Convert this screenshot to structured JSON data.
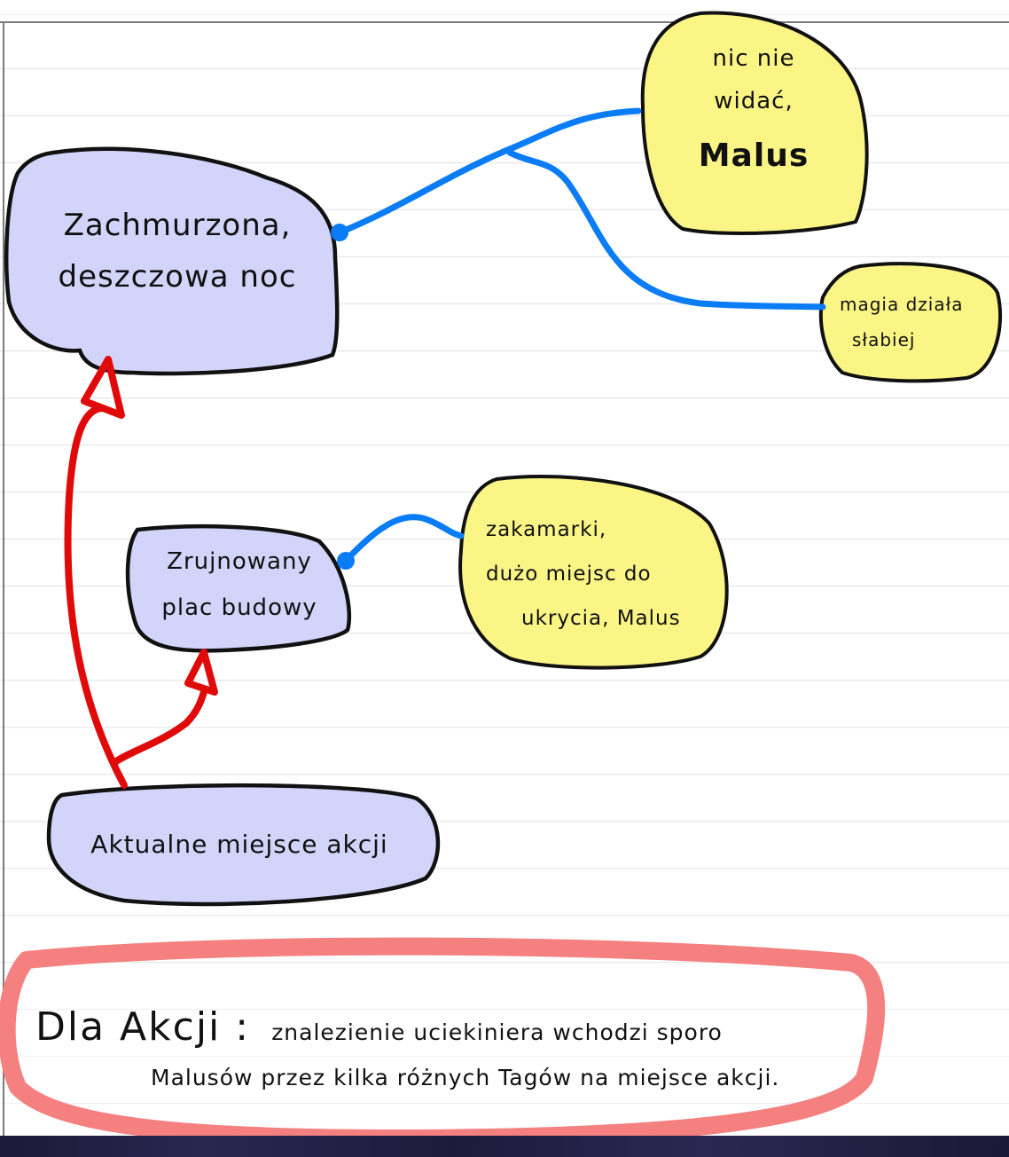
{
  "colors": {
    "node_primary_fill": "#d2d4fa",
    "node_note_fill": "#fbf586",
    "outline": "#111111",
    "connector_blue": "#0a7cf5",
    "arrow_red": "#e00a0a",
    "highlight_pink": "#f48080",
    "paper_rule": "#e6e6e6"
  },
  "nodes": {
    "cloudy_night": {
      "lines": [
        "Zachmurzona,",
        "deszczowa noc"
      ]
    },
    "ruined_site": {
      "lines": [
        "Zrujnowany",
        "plac budowy"
      ]
    },
    "current_location": {
      "lines": [
        "Aktualne miejsce akcji"
      ]
    }
  },
  "notes": {
    "nothing_visible": {
      "lines": [
        "nic nie",
        "widać,",
        "Malus"
      ]
    },
    "magic_weaker": {
      "lines": [
        "magia działa",
        "słabiej"
      ]
    },
    "nooks": {
      "lines": [
        "zakamarki,",
        "dużo miejsc do",
        "ukrycia, Malus"
      ]
    }
  },
  "callout": {
    "heading": "Dla Akcji :",
    "line1": "znalezienie uciekiniera wchodzi sporo",
    "line2": "Malusów przez kilka różnych Tagów na miejsce akcji."
  },
  "connections": [
    {
      "from": "cloudy_night",
      "to": "nothing_visible",
      "type": "blue-link"
    },
    {
      "from": "cloudy_night",
      "to": "magic_weaker",
      "type": "blue-link"
    },
    {
      "from": "ruined_site",
      "to": "nooks",
      "type": "blue-link"
    },
    {
      "from": "current_location",
      "to": "cloudy_night",
      "type": "red-arrow"
    },
    {
      "from": "current_location",
      "to": "ruined_site",
      "type": "red-arrow"
    }
  ]
}
